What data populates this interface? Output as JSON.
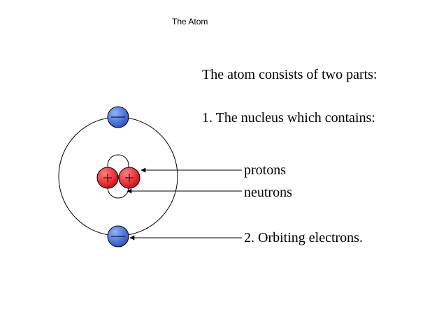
{
  "slide": {
    "title": "The Atom",
    "intro": "The atom consists of two parts:",
    "nucleus_item": "1.  The nucleus which contains:",
    "protons_label": "protons",
    "neutrons_label": "neutrons",
    "electrons_item": "2.  Orbiting electrons."
  },
  "diagram": {
    "electron_symbol": "—",
    "proton_symbol": "+",
    "colors": {
      "electron": "#2f55c9",
      "electron_highlight": "#8fb3ff",
      "proton": "#d60f1a",
      "proton_highlight": "#ff8080",
      "neutron": "#ffffff",
      "outline": "#000000"
    }
  }
}
